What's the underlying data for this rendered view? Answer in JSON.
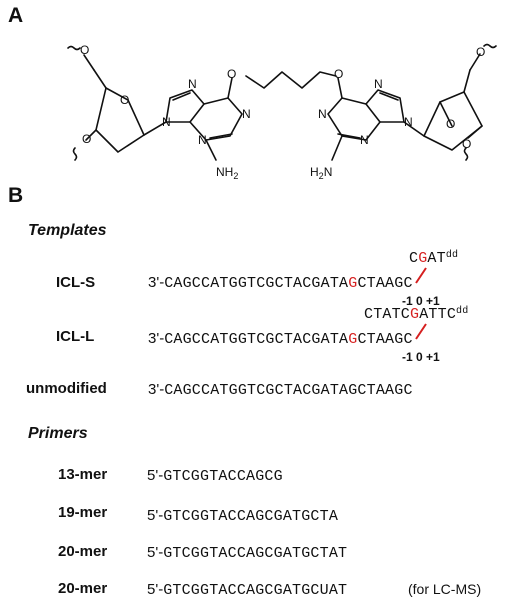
{
  "panels": {
    "a": "A",
    "b": "B"
  },
  "structure": {
    "atoms": {
      "O": "O",
      "N": "N",
      "nh2_right": "NH",
      "nh2_left": "H",
      "sub2": "2",
      "sub_n": "N"
    }
  },
  "templates_heading": "Templates",
  "primers_heading": "Primers",
  "templates": [
    {
      "label": "ICL-S",
      "prefix": "3'-",
      "seq_before": "CAGCCATGGTCGCTACGATA",
      "crosslink_base": "G",
      "seq_after": "CTAAGC",
      "overhang_before": "C",
      "overhang_red": "G",
      "overhang_after": "AT",
      "overhang_sup": "dd",
      "positions": "-1 0 +1"
    },
    {
      "label": "ICL-L",
      "prefix": "3'-",
      "seq_before": "CAGCCATGGTCGCTACGATA",
      "crosslink_base": "G",
      "seq_after": "CTAAGC",
      "overhang_before": "CTATC",
      "overhang_red": "G",
      "overhang_after": "ATTC",
      "overhang_sup": "dd",
      "positions": "-1 0 +1"
    },
    {
      "label": "unmodified",
      "prefix": "3'-",
      "sequence": "CAGCCATGGTCGCTACGATAGCTAAGC"
    }
  ],
  "primers": [
    {
      "label": "13-mer",
      "prefix": "5'-",
      "sequence": "GTCGGTACCAGCG",
      "note": ""
    },
    {
      "label": "19-mer",
      "prefix": "5'-",
      "sequence": "GTCGGTACCAGCGATGCTA",
      "note": ""
    },
    {
      "label": "20-mer",
      "prefix": "5'-",
      "sequence": "GTCGGTACCAGCGATGCTAT",
      "note": ""
    },
    {
      "label": "20-mer",
      "prefix": "5'-",
      "sequence": "GTCGGTACCAGCGATGCUAT",
      "note": "(for LC-MS)"
    }
  ],
  "colors": {
    "crosslink": "#d62020",
    "text": "#111111"
  }
}
